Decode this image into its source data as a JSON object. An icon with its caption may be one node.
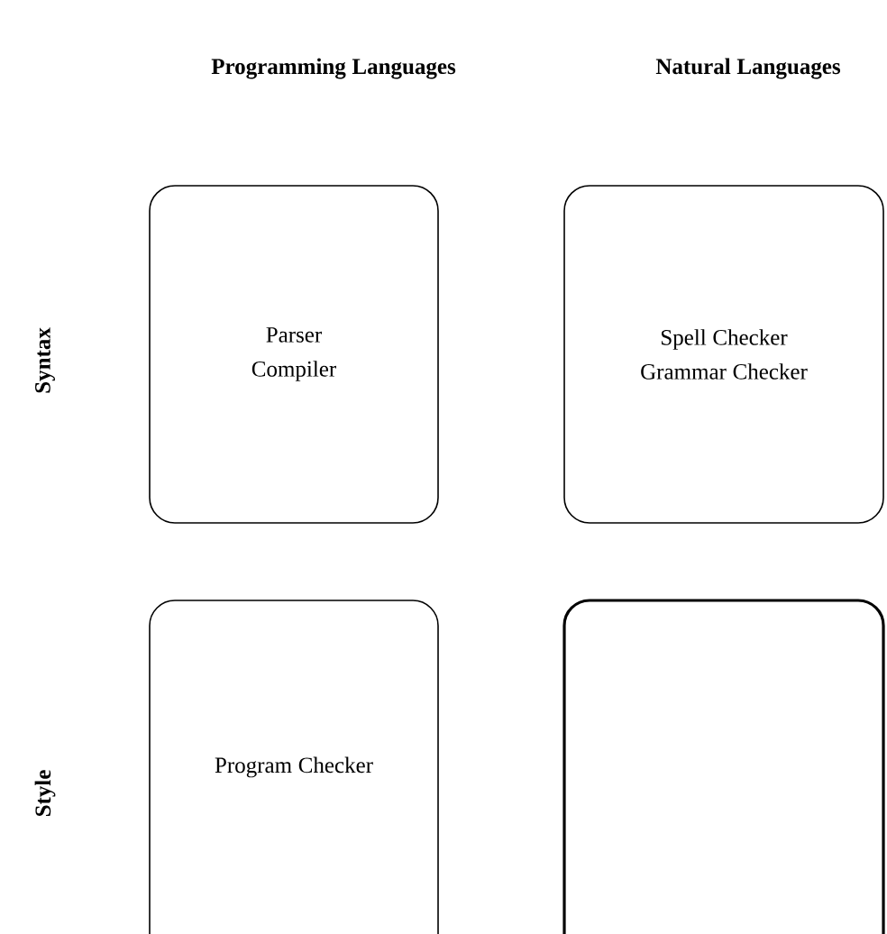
{
  "diagram": {
    "nodes": [
      {
        "text": [
          "Parser",
          "Compiler"
        ]
      },
      {
        "text": [
          "Spell Checker",
          "Grammar Checker"
        ]
      },
      {
        "text": [
          "Program Checker"
        ]
      },
      {
        "text": [],
        "shape": "box"
      }
    ],
    "labels": [
      "Programming Languages",
      "Natural Languages",
      "Syntax",
      "Style"
    ]
  }
}
